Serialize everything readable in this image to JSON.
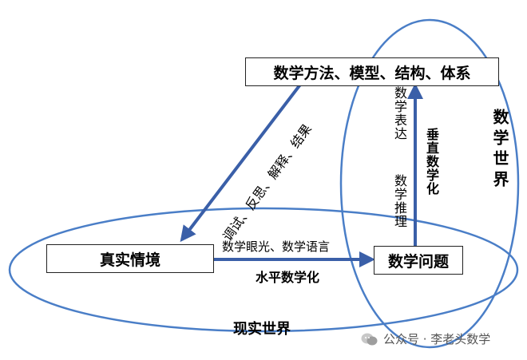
{
  "boxes": {
    "top": "数学方法、模型、结构、体系",
    "left": "真实情境",
    "right": "数学问题"
  },
  "labels": {
    "diag": "调试、反思、解释、结果",
    "vert_left_top": "数学表达",
    "vert_left_bottom": "数学推理",
    "vert_center": "垂直数学化",
    "math_world": "数学世界",
    "above_horiz": "数学眼光、数学语言",
    "horiz": "水平数学化",
    "real_world": "现实世界"
  },
  "watermark": "公众号 · 李老头数学",
  "colors": {
    "ellipse": "#4a7ec7",
    "arrow": "#3a5fa8",
    "box_border": "#222222"
  }
}
